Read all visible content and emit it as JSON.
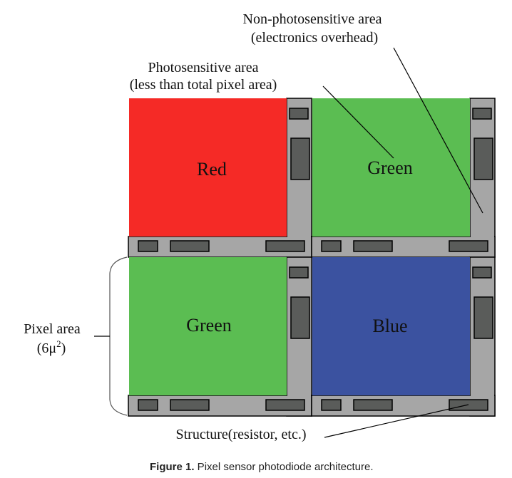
{
  "diagram": {
    "colors": {
      "red": "#f52a26",
      "green": "#5bbd52",
      "blue": "#3b52a0",
      "strip": "#a6a6a6",
      "component": "#5a5c5a",
      "outline": "#000000"
    },
    "pixels": [
      {
        "label": "Red",
        "color_key": "red",
        "text_color": "#111111"
      },
      {
        "label": "Green",
        "color_key": "green",
        "text_color": "#111111"
      },
      {
        "label": "Green",
        "color_key": "green",
        "text_color": "#111111"
      },
      {
        "label": "Blue",
        "color_key": "blue",
        "text_color": "#ffffff"
      }
    ],
    "annotations": {
      "non_photosensitive": {
        "line1": "Non-photosensitive area",
        "line2": "(electronics overhead)"
      },
      "photosensitive": {
        "line1": "Photosensitive area",
        "line2": "(less than total pixel area)"
      },
      "pixel_area": {
        "line1": "Pixel area",
        "line2_prefix": "(6μ",
        "line2_sup": "2",
        "line2_suffix": ")"
      },
      "structure": {
        "label": "Structure(resistor, etc.)"
      }
    }
  },
  "caption": {
    "bold": "Figure 1.",
    "text": " Pixel sensor photodiode architecture."
  }
}
